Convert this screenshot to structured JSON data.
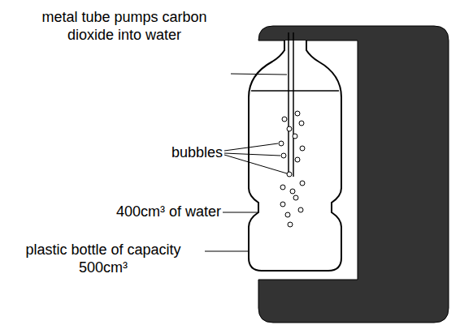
{
  "diagram": {
    "labels": [
      "metal tube pumps carbon dioxide into water",
      "bubbles",
      "400cm³ of water",
      "plastic bottle of capacity 500cm³"
    ]
  }
}
